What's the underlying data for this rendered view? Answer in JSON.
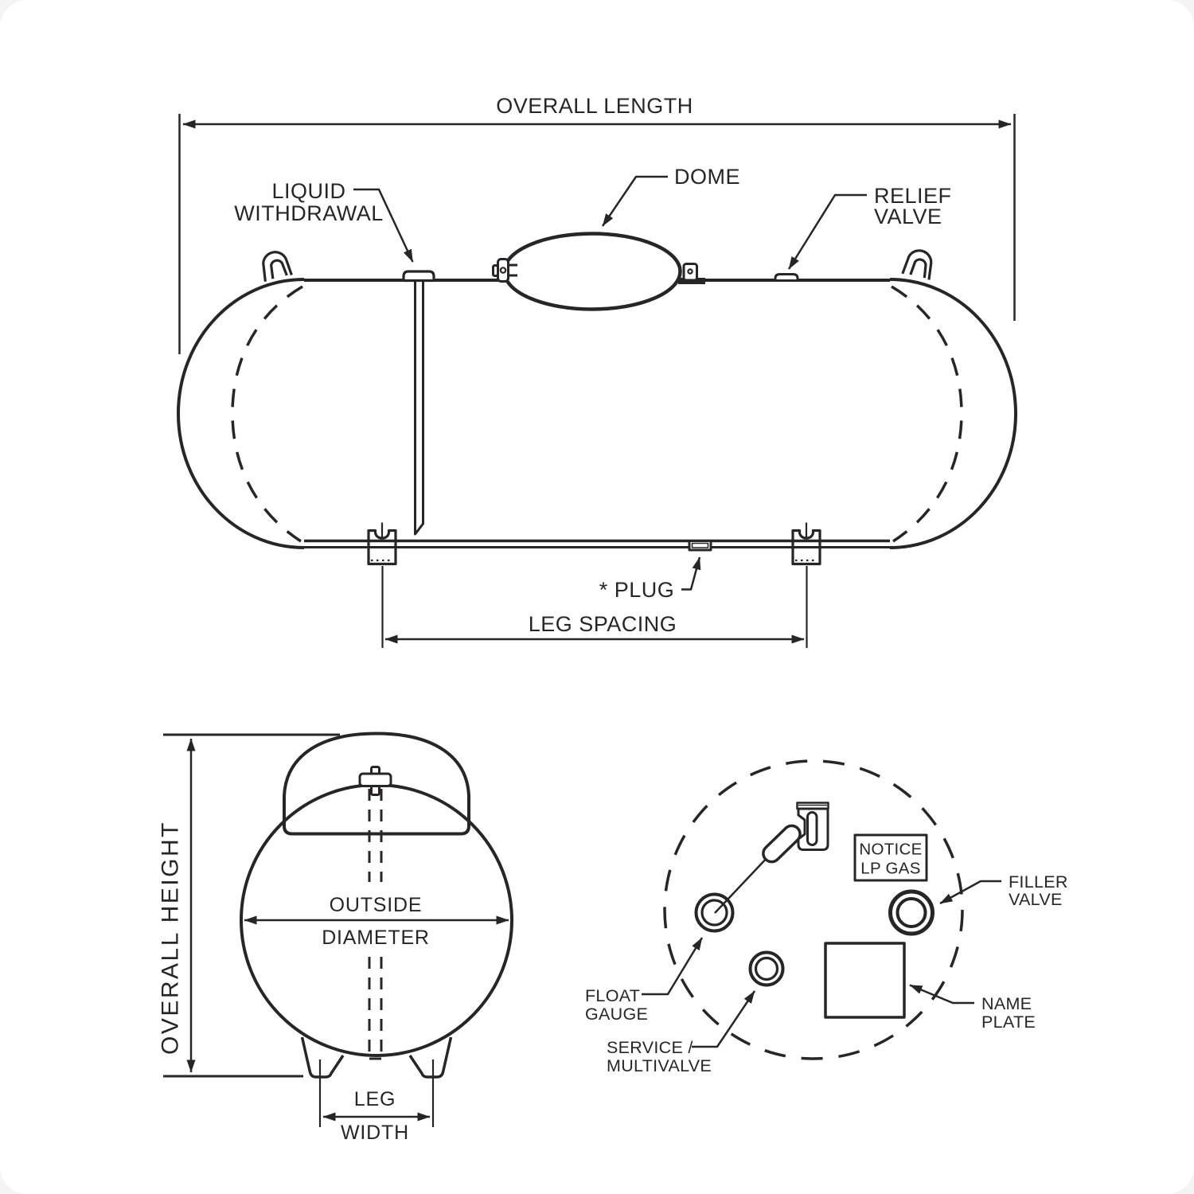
{
  "colors": {
    "ink": "#282625",
    "background": "#ffffff"
  },
  "side_view": {
    "overall_length_label": "OVERALL LENGTH",
    "liquid_withdrawal_label": {
      "line1": "LIQUID",
      "line2": "WITHDRAWAL"
    },
    "dome_label": "DOME",
    "relief_valve_label": {
      "line1": "RELIEF",
      "line2": "VALVE"
    },
    "plug_label": "* PLUG",
    "leg_spacing_label": "LEG SPACING"
  },
  "end_view": {
    "overall_height_label": "OVERALL HEIGHT",
    "outside_diameter_label": {
      "line1": "OUTSIDE",
      "line2": "DIAMETER"
    },
    "leg_width_label": {
      "line1": "LEG",
      "line2": "WIDTH"
    }
  },
  "dome_top_view": {
    "float_gauge_label": {
      "line1": "FLOAT",
      "line2": "GAUGE"
    },
    "service_multivalve_label": {
      "line1": "SERVICE /",
      "line2": "MULTIVALVE"
    },
    "notice_plate": {
      "line1": "NOTICE",
      "line2": "LP GAS"
    },
    "filler_valve_label": {
      "line1": "FILLER",
      "line2": "VALVE"
    },
    "name_plate_label": {
      "line1": "NAME",
      "line2": "PLATE"
    }
  }
}
